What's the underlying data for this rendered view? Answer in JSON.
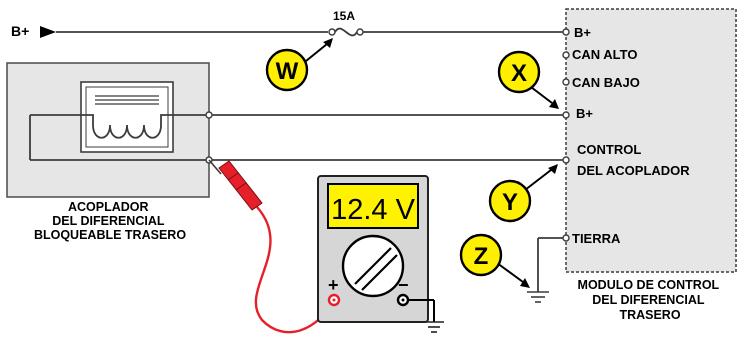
{
  "supply": {
    "label": "B+"
  },
  "fuse": {
    "rating": "15A"
  },
  "coupler": {
    "label_lines": [
      "ACOPLADOR",
      "DEL DIFERENCIAL",
      "BLOQUEABLE TRASERO"
    ]
  },
  "module": {
    "pins": [
      "B+",
      "CAN ALTO",
      "CAN BAJO",
      "B+",
      "CONTROL",
      "DEL ACOPLADOR",
      "TIERRA"
    ],
    "label_lines": [
      "MODULO DE CONTROL",
      "DEL DIFERENCIAL",
      "TRASERO"
    ]
  },
  "meter": {
    "reading": "12.4 V",
    "plus": "+",
    "minus": "−",
    "display_color": "#fff200"
  },
  "callouts": [
    "W",
    "X",
    "Y",
    "Z"
  ],
  "colors": {
    "callout": "#ffef00",
    "probe": "#e5202a",
    "box_fill": "#e6e6e6"
  }
}
